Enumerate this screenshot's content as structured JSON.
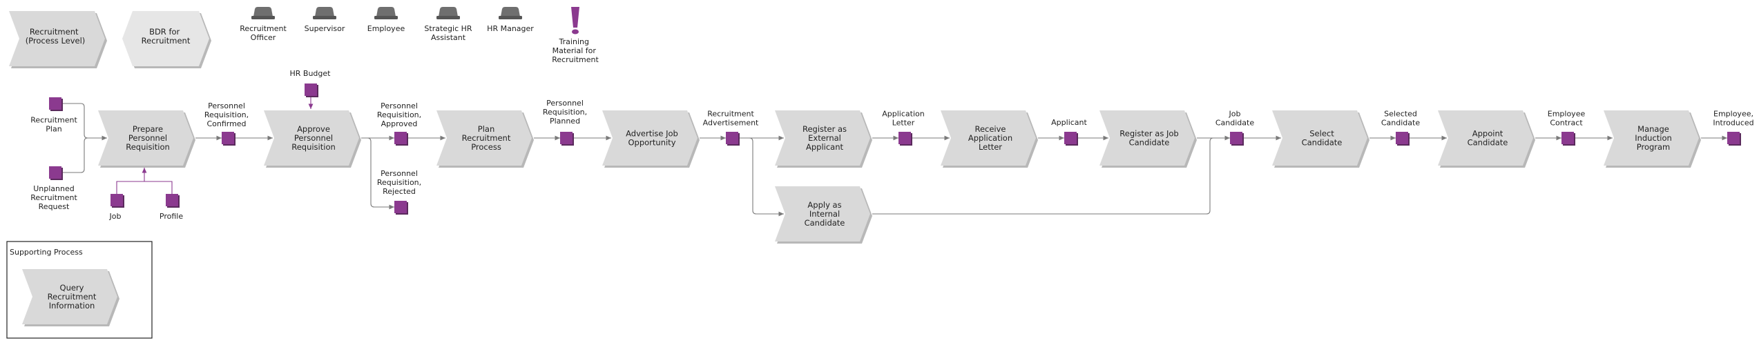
{
  "header_nodes": {
    "process_level": [
      "Recruitment",
      "(Process Level)"
    ],
    "bdr": [
      "BDR for",
      "Recruitment"
    ]
  },
  "roles": [
    {
      "lines": [
        "Recruitment",
        "Officer"
      ]
    },
    {
      "lines": [
        "Supervisor"
      ]
    },
    {
      "lines": [
        "Employee"
      ]
    },
    {
      "lines": [
        "Strategic HR",
        "Assistant"
      ]
    },
    {
      "lines": [
        "HR Manager"
      ]
    }
  ],
  "training_material": [
    "Training",
    "Material for",
    "Recruitment"
  ],
  "processes": {
    "prepare": [
      "Prepare",
      "Personnel",
      "Requisition"
    ],
    "approve": [
      "Approve",
      "Personnel",
      "Requisition"
    ],
    "plan": [
      "Plan",
      "Recruitment",
      "Process"
    ],
    "advertise": [
      "Advertise Job",
      "Opportunity"
    ],
    "register_external": [
      "Register as",
      "External",
      "Applicant"
    ],
    "receive": [
      "Receive",
      "Application",
      "Letter"
    ],
    "register_candidate": [
      "Register as Job",
      "Candidate"
    ],
    "select": [
      "Select",
      "Candidate"
    ],
    "appoint": [
      "Appoint",
      "Candidate"
    ],
    "induction": [
      "Manage",
      "Induction",
      "Program"
    ],
    "internal": [
      "Apply as",
      "Internal",
      "Candidate"
    ],
    "query": [
      "Query",
      "Recruitment",
      "Information"
    ]
  },
  "objects": {
    "recruitment_plan": [
      "Recruitment",
      "Plan"
    ],
    "unplanned_request": [
      "Unplanned",
      "Recruitment",
      "Request"
    ],
    "job": [
      "Job"
    ],
    "profile": [
      "Profile"
    ],
    "hr_budget": [
      "HR Budget"
    ],
    "req_confirmed": [
      "Personnel",
      "Requisition,",
      "Confirmed"
    ],
    "req_approved": [
      "Personnel",
      "Requisition,",
      "Approved"
    ],
    "req_rejected": [
      "Personnel",
      "Requisition,",
      "Rejected"
    ],
    "req_planned": [
      "Personnel",
      "Requisition,",
      "Planned"
    ],
    "advertisement": [
      "Recruitment",
      "Advertisement"
    ],
    "application_letter": [
      "Application",
      "Letter"
    ],
    "applicant": [
      "Applicant"
    ],
    "job_candidate": [
      "Job",
      "Candidate"
    ],
    "selected_candidate": [
      "Selected",
      "Candidate"
    ],
    "employee_contract": [
      "Employee",
      "Contract"
    ],
    "employee_introduced": [
      "Employee,",
      "Introduced"
    ]
  },
  "supporting_box_title": "Supporting Process",
  "colors": {
    "object_purple": "#8b3a8f",
    "shape_fill": "#d9d9d9",
    "shape_shadow": "#b8b8b8",
    "connector": "#7a7a7a",
    "role_gray": "#6f6f6f"
  }
}
